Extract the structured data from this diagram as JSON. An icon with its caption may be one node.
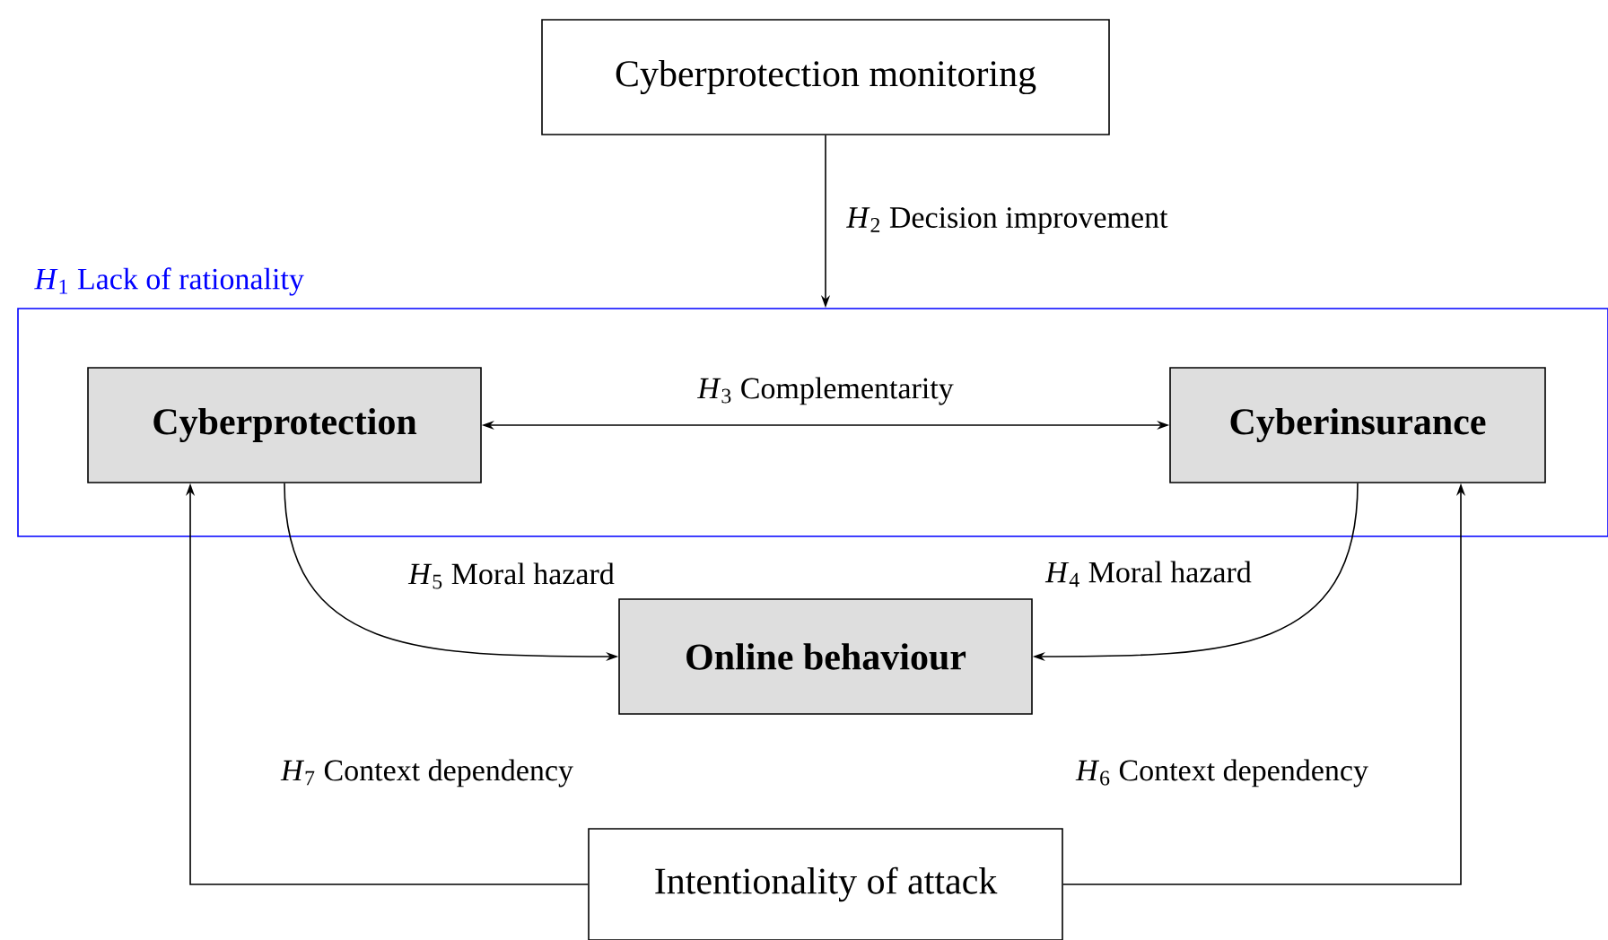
{
  "diagram": {
    "nodes": [
      {
        "text": [
          "Cyberprotection monitoring"
        ]
      },
      {
        "text": [
          "*H*$_{1}$ Lack of rationality"
        ]
      },
      {
        "text": [
          "Cyberprotection"
        ],
        "in": 1
      },
      {
        "text": [
          "Cyberinsurance"
        ],
        "in": 1
      },
      {
        "text": [
          "Online behaviour"
        ]
      },
      {
        "text": [
          "Intentionality of attack"
        ]
      }
    ],
    "edges": [
      {
        "from": 0,
        "to": 1,
        "arrow": "to",
        "label": "*H*$_{2}$ Decision improvement"
      },
      {
        "from": 2,
        "to": 3,
        "arrow": "both",
        "label": "*H*$_{3}$ Complementarity"
      },
      {
        "from": 2,
        "to": 4,
        "arrow": "to",
        "label": "*H*$_{5}$ Moral hazard"
      },
      {
        "from": 3,
        "to": 4,
        "arrow": "to",
        "label": "*H*$_{4}$ Moral hazard"
      },
      {
        "from": 5,
        "to": 2,
        "arrow": "to",
        "label": "*H*$_{7}$ Context dependency"
      },
      {
        "from": 5,
        "to": 3,
        "arrow": "to",
        "label": "*H*$_{6}$ Context dependency"
      }
    ]
  }
}
